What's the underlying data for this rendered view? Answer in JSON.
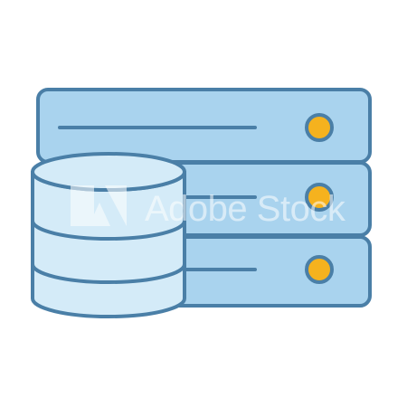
{
  "illustration": {
    "subject": "database-server-icon",
    "colors": {
      "outline": "#4a7fa7",
      "rack_fill": "#a9d3ee",
      "cylinder_fill": "#d4ebf8",
      "led_fill": "#f5b21e",
      "background": "#ffffff"
    },
    "rack_units": 3,
    "cylinder_segments": 3
  },
  "watermark": {
    "text": "Adobe Stock",
    "color": "#ffffff"
  }
}
